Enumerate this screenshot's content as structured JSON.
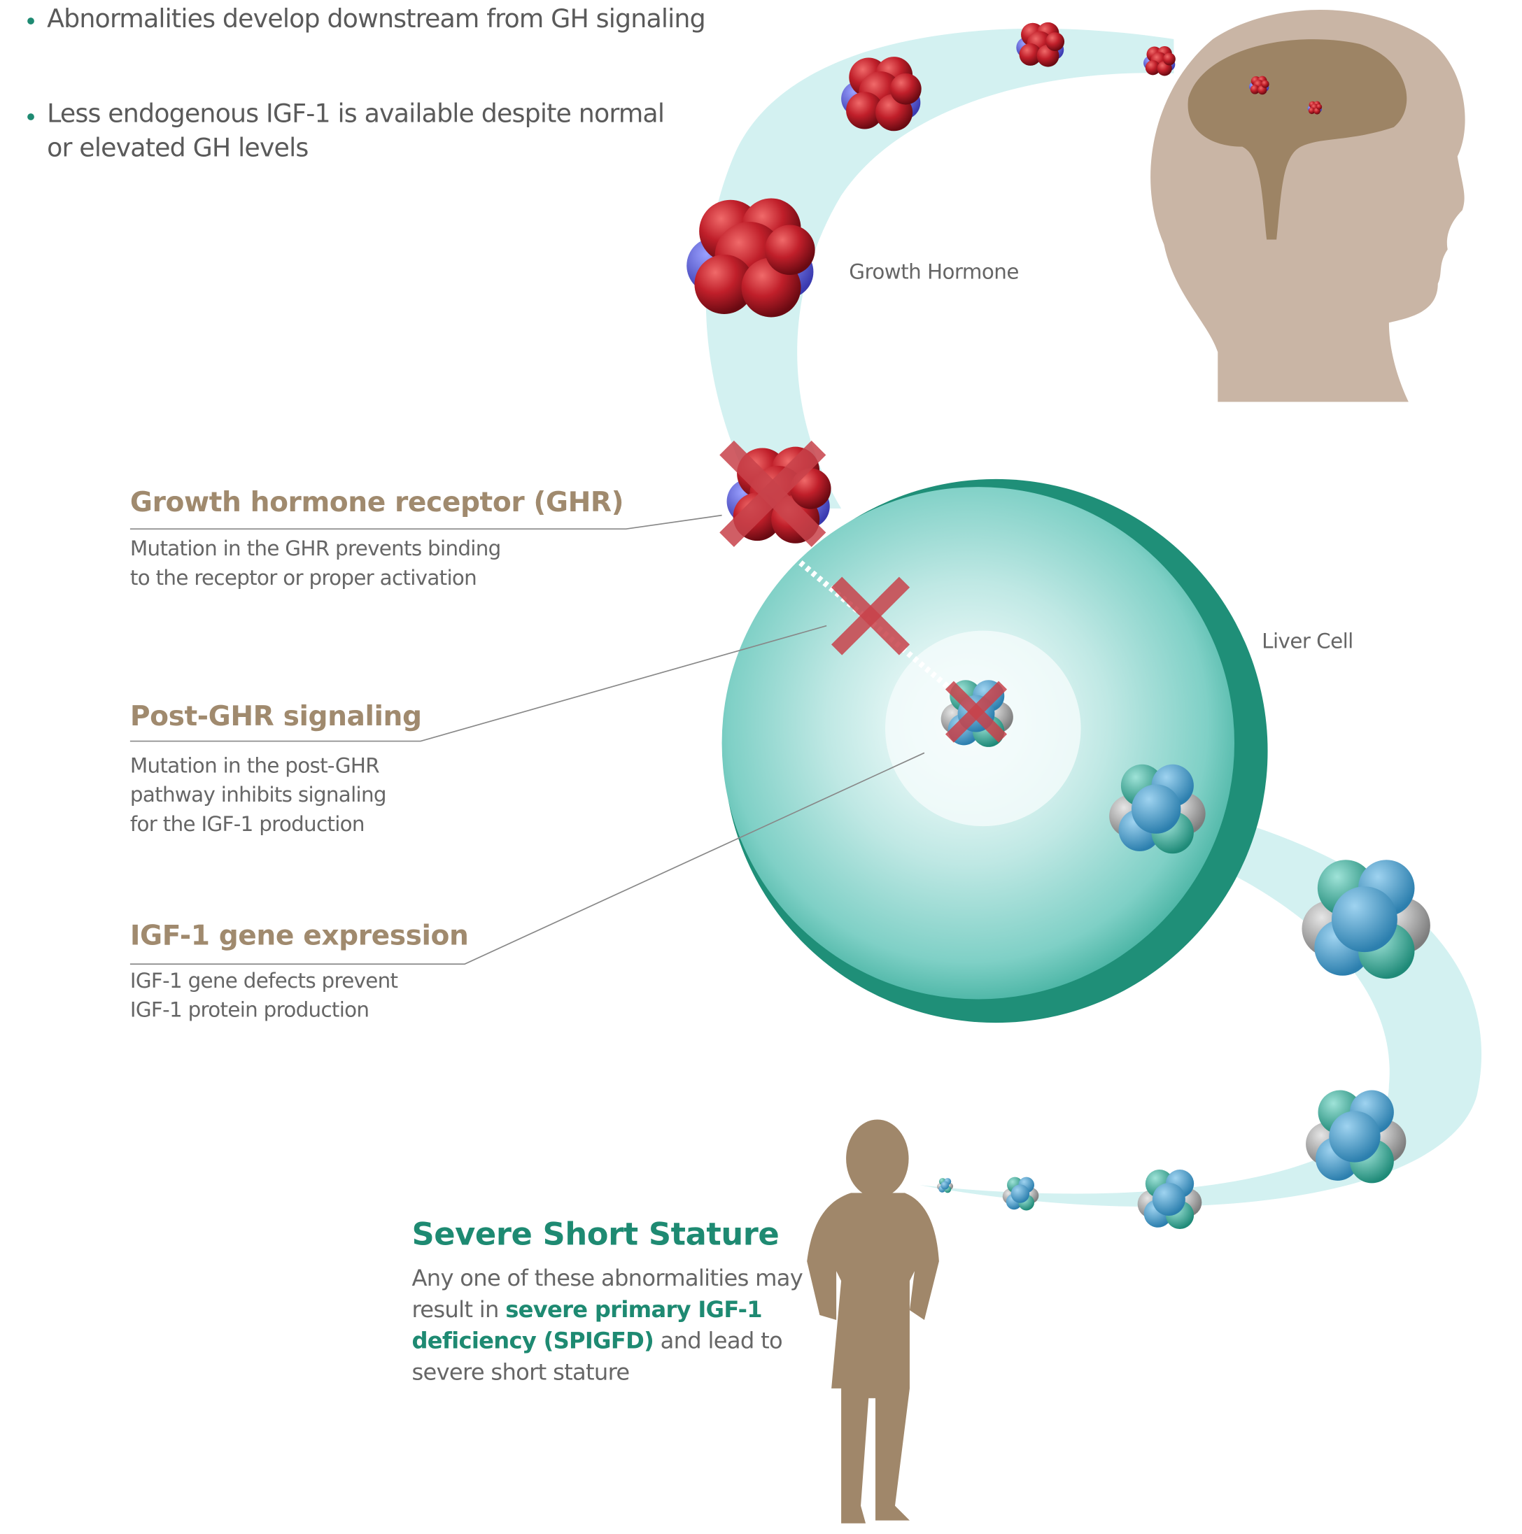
{
  "bullets": [
    "Abnormalities develop downstream from GH signaling",
    "Less endogenous IGF-1 is available despite normal",
    "or elevated GH levels"
  ],
  "labels": {
    "growth_hormone": "Growth Hormone",
    "liver_cell": "Liver Cell"
  },
  "abnormalities": [
    {
      "title": "Growth hormone receptor (GHR)",
      "lines": [
        "Mutation in the GHR prevents binding",
        "to the receptor or proper activation"
      ]
    },
    {
      "title": "Post-GHR signaling",
      "lines": [
        "Mutation in the post-GHR",
        "pathway inhibits signaling",
        "for the IGF-1 production"
      ]
    },
    {
      "title": "IGF-1 gene expression",
      "lines": [
        "IGF-1 gene defects prevent",
        "IGF-1 protein production"
      ]
    }
  ],
  "outcome": {
    "title": "Severe Short Stature",
    "text_1": "Any one of these abnormalities may result in ",
    "text_bold": "severe primary IGF-1 deficiency (SPIGFD)",
    "text_2": " and lead to severe short stature"
  },
  "colors": {
    "accent": "#1e8a72",
    "heading": "#a08a6e",
    "stream": "#d3f1f1",
    "cell": "#2a9e88",
    "block": "#c8424a"
  }
}
